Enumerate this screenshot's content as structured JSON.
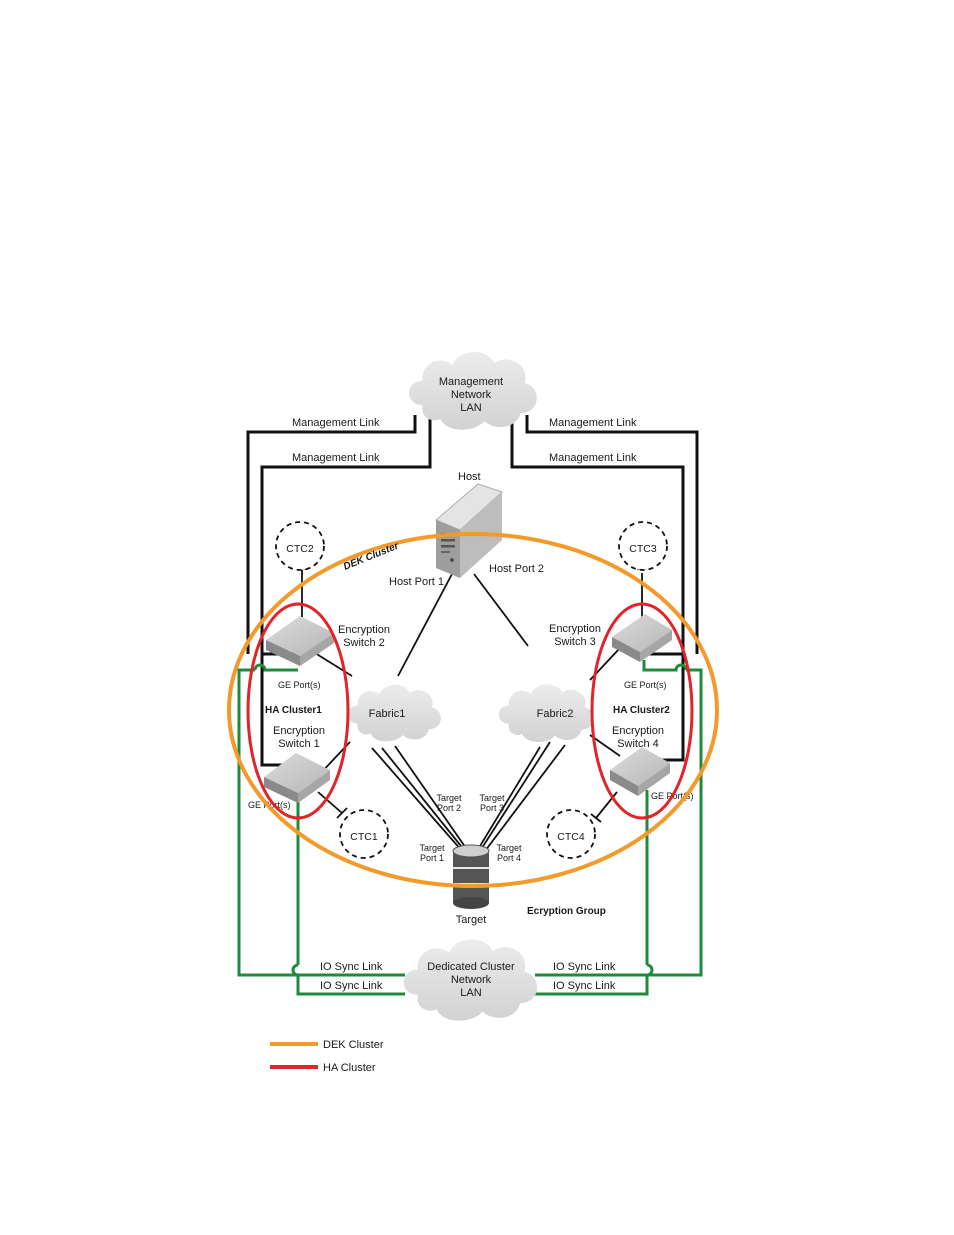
{
  "clouds": {
    "management": [
      "Management",
      "Network",
      "LAN"
    ],
    "dedicated": [
      "Dedicated Cluster",
      "Network",
      "LAN"
    ],
    "fabric1": "Fabric1",
    "fabric2": "Fabric2"
  },
  "links": {
    "management_link": "Management Link",
    "io_sync_link": "IO Sync Link"
  },
  "host": {
    "label": "Host",
    "port1": "Host Port 1",
    "port2": "Host Port 2"
  },
  "switches": {
    "sw1": [
      "Encryption",
      "Switch 1"
    ],
    "sw2": [
      "Encryption",
      "Switch 2"
    ],
    "sw3": [
      "Encryption",
      "Switch 3"
    ],
    "sw4": [
      "Encryption",
      "Switch 4"
    ],
    "ge_ports": "GE Port(s)"
  },
  "ctc": {
    "ctc1": "CTC1",
    "ctc2": "CTC2",
    "ctc3": "CTC3",
    "ctc4": "CTC4"
  },
  "clusters": {
    "dek": "DEK Cluster",
    "ha1": "HA Cluster1",
    "ha2": "HA Cluster2",
    "group": "Ecryption Group"
  },
  "target": {
    "label": "Target",
    "port1": [
      "Target",
      "Port 1"
    ],
    "port2": [
      "Target",
      "Port 2"
    ],
    "port3": [
      "Target",
      "Port 3"
    ],
    "port4": [
      "Target",
      "Port 4"
    ]
  },
  "legend": {
    "items": [
      {
        "label": "DEK Cluster",
        "color": "#f39a2b"
      },
      {
        "label": "HA Cluster",
        "color": "#e2232a"
      }
    ]
  },
  "colors": {
    "dek_cluster": "#f39a2b",
    "ha_cluster": "#e2232a",
    "io_sync": "#1e8a3c",
    "management": "#111111"
  }
}
